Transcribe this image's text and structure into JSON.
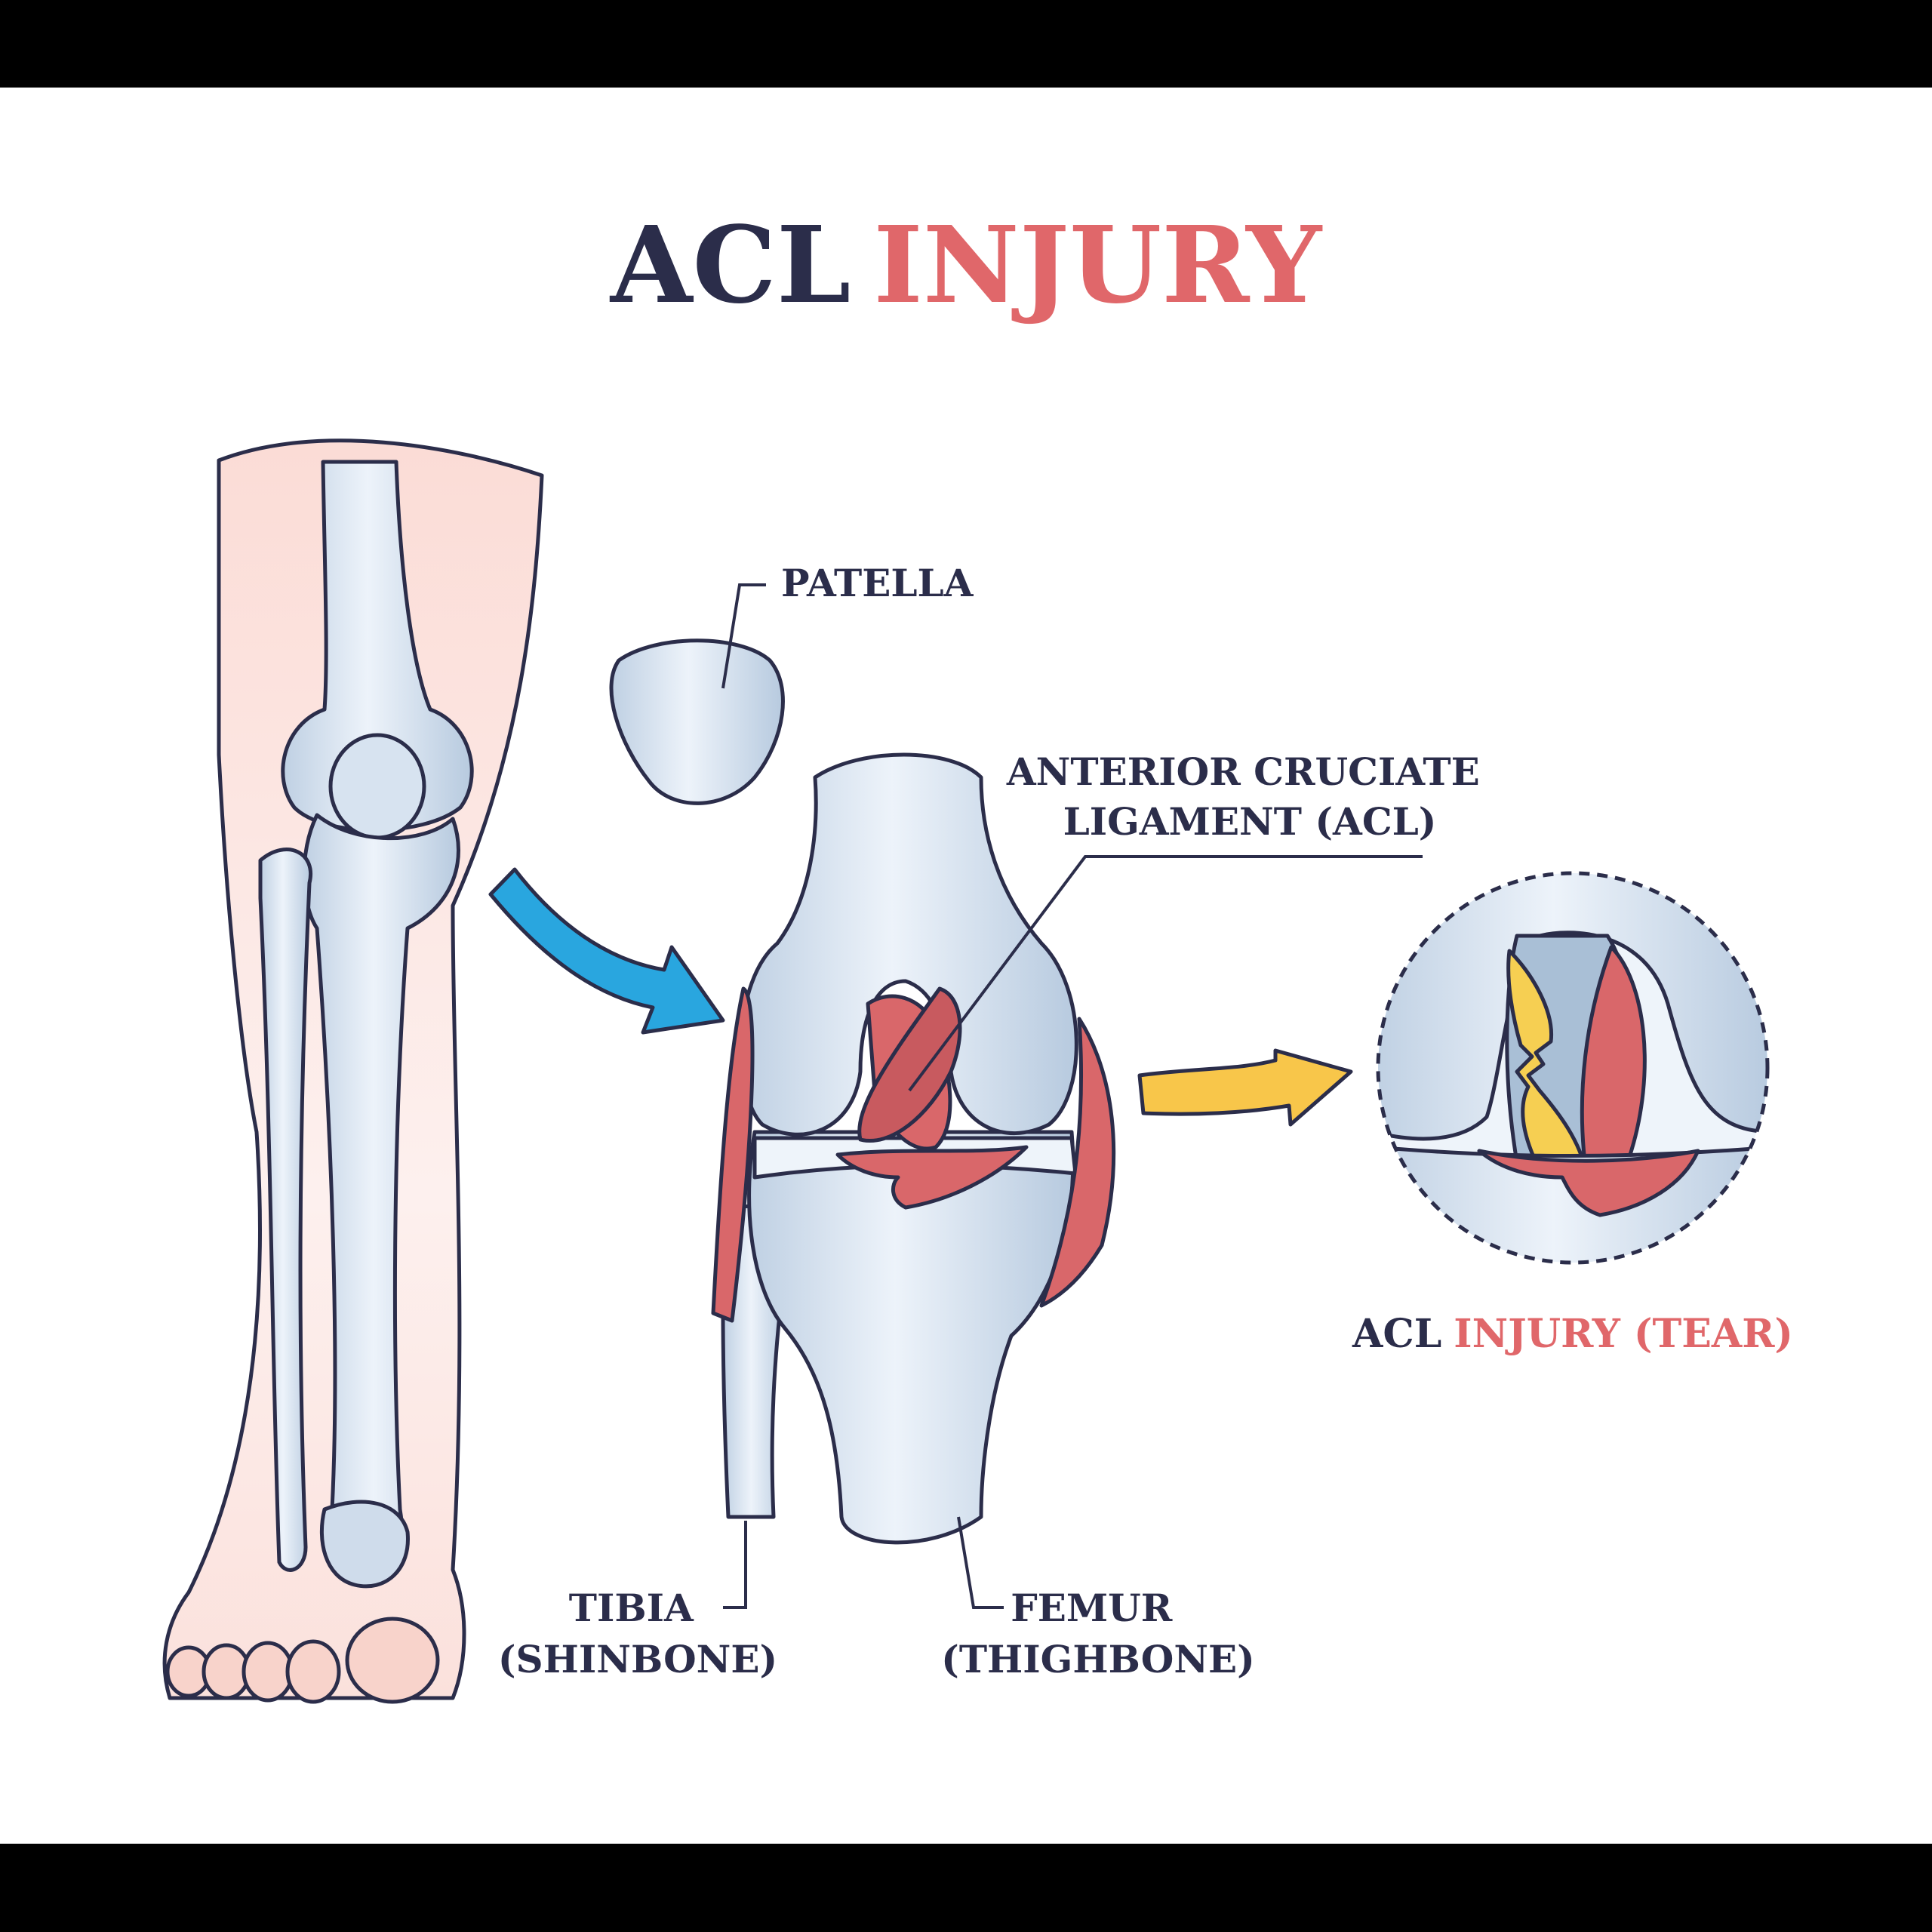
{
  "title": {
    "part1": "ACL",
    "part2": "INJURY"
  },
  "colors": {
    "title_dark": "#2b2d4a",
    "accent_red": "#e0676a",
    "bone": "#dfe9f4",
    "bone_shadow": "#a9bfd6",
    "ligament": "#d9676a",
    "skin": "#fbe1dc",
    "blue_arrow": "#29a6df",
    "yellow_arrow": "#f8c64a",
    "torn_ligament": "#f6cf52"
  },
  "labels": {
    "patella": "PATELLA",
    "acl_line1": "ANTERIOR CRUCIATE",
    "acl_line2": "LIGAMENT (ACL)",
    "tibia_line1": "TIBIA",
    "tibia_line2": "(SHINBONE)",
    "femur_line1": "FEMUR",
    "femur_line2": "(THIGHBONE)"
  },
  "caption": {
    "part1": "ACL",
    "part2": "INJURY (TEAR)"
  },
  "icons": [
    "blue-arrow-icon",
    "yellow-arrow-icon"
  ]
}
